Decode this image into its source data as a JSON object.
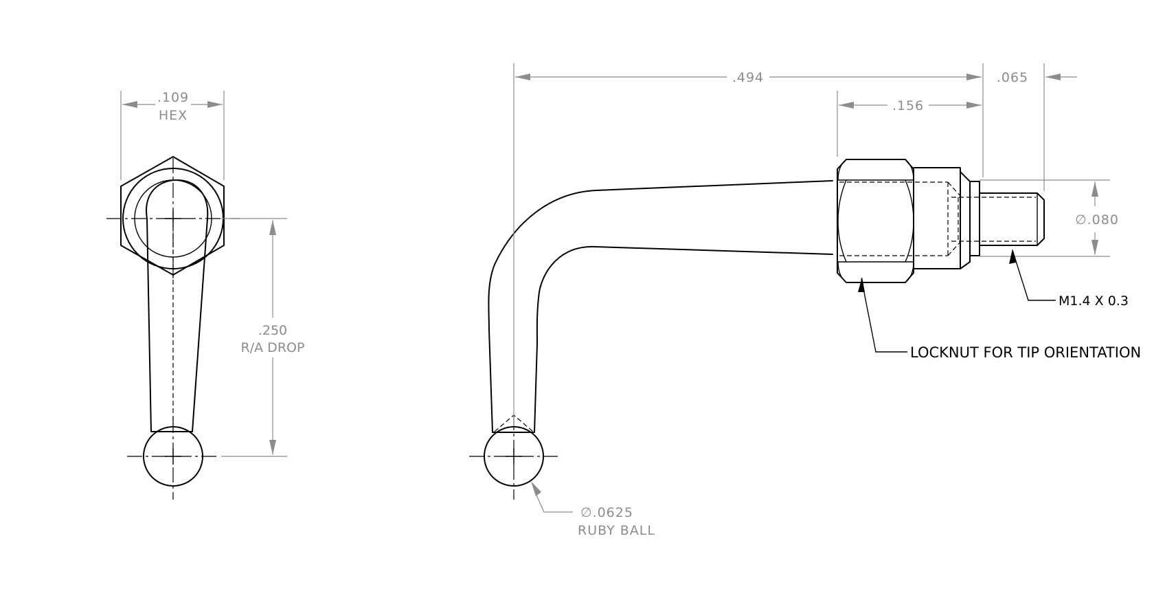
{
  "drawing": {
    "side_view": {
      "hex_dimension": {
        "value": ".109",
        "label": "HEX"
      },
      "drop_dimension": {
        "value": ".250",
        "label": "R/A DROP"
      }
    },
    "front_view": {
      "overall_length": ".494",
      "locknut_length": ".156",
      "thread_length": ".065",
      "thread_diameter": "∅.080",
      "thread_callout": "M1.4 X 0.3",
      "locknut_note": "LOCKNUT FOR TIP ORIENTATION",
      "ball_diameter": "∅.0625",
      "ball_label": "RUBY BALL"
    }
  }
}
